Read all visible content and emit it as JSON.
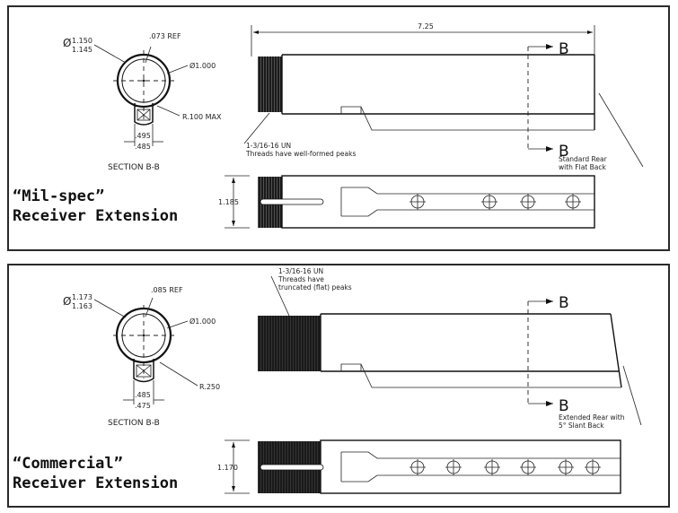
{
  "mil_spec": {
    "title_line1": "“Mil-spec”",
    "title_line2": "Receiver Extension",
    "section_label": "SECTION B-B",
    "outer_dia_upper": "1.150",
    "outer_dia_lower": "1.145",
    "ref_dim": ".073 REF",
    "inner_dia": "Ø1.000",
    "radius": "R.100 MAX",
    "slot_upper": ".495",
    "slot_lower": ".485",
    "length": "7.25",
    "thread_note_line1": "1-3/16-16 UN",
    "thread_note_line2": "Threads have well-formed peaks",
    "rear_note_line1": "Standard Rear",
    "rear_note_line2": "with Flat Back",
    "height": "1.185",
    "section_marker": "B"
  },
  "commercial": {
    "title_line1": "“Commercial”",
    "title_line2": "Receiver Extension",
    "section_label": "SECTION B-B",
    "outer_dia_upper": "1.173",
    "outer_dia_lower": "1.163",
    "ref_dim": ".085 REF",
    "inner_dia": "Ø1.000",
    "radius": "R.250",
    "slot_upper": ".485",
    "slot_lower": ".475",
    "thread_note_line1": "1-3/16-16 UN",
    "thread_note_line2": "Threads have",
    "thread_note_line3": "truncated (flat) peaks",
    "rear_note_line1": "Extended Rear with",
    "rear_note_line2": "5° Slant Back",
    "height": "1.170",
    "section_marker": "B"
  },
  "phi_symbol": "Ø"
}
